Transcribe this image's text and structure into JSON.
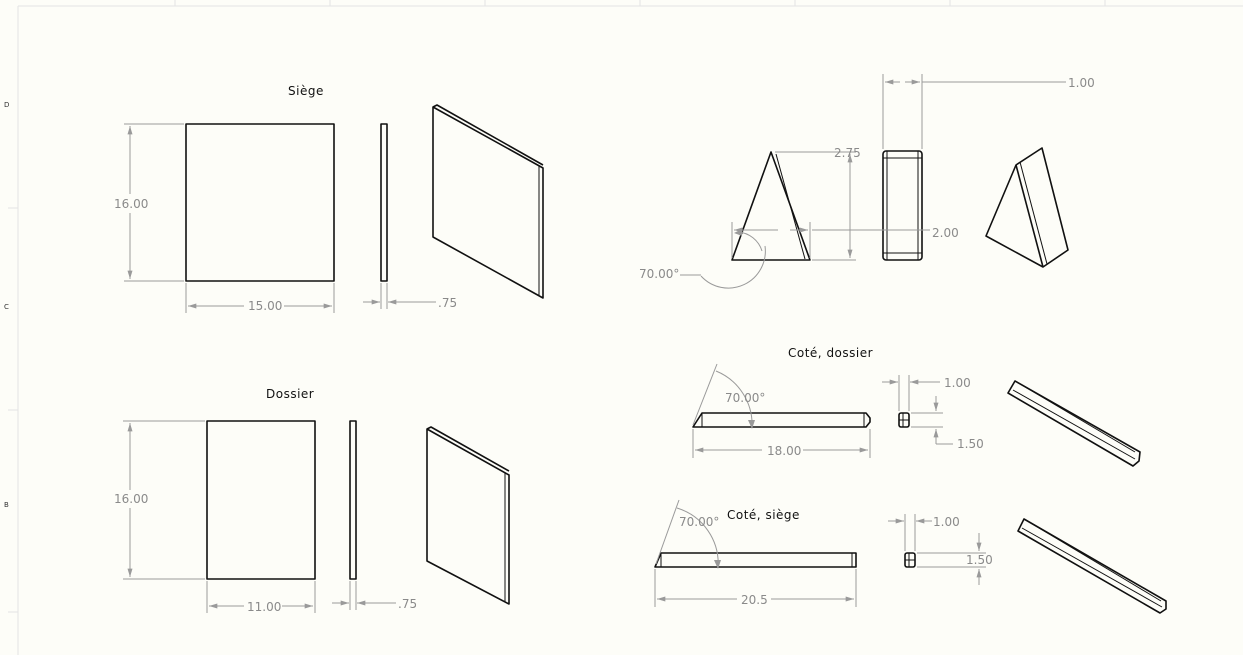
{
  "sheet": {
    "zones": [
      "D",
      "C",
      "B"
    ]
  },
  "views": {
    "siege": {
      "title": "Siège",
      "height": "16.00",
      "width": "15.00",
      "thickness": ".75"
    },
    "dossier": {
      "title": "Dossier",
      "height": "16.00",
      "width": "11.00",
      "thickness": ".75"
    },
    "support": {
      "height": "2.75",
      "base": "2.00",
      "depth": "1.00",
      "angle": "70.00°"
    },
    "cote_dossier": {
      "title": "Coté, dossier",
      "angle": "70.00°",
      "length": "18.00",
      "width": "1.00",
      "height": "1.50"
    },
    "cote_siege": {
      "title": "Coté, siège",
      "angle": "70.00°",
      "length": "20.5",
      "width": "1.00",
      "height": "1.50"
    }
  }
}
